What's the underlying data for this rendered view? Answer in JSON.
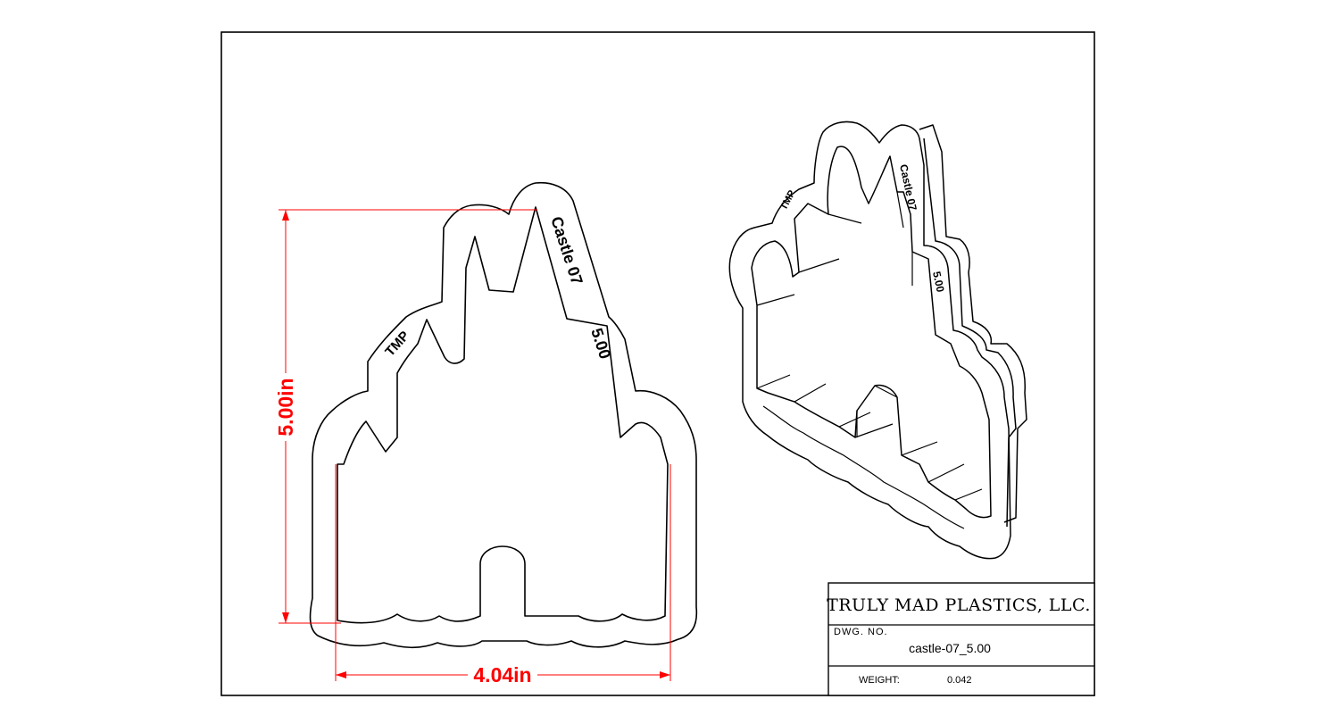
{
  "drawing": {
    "width_dimension": "4.04in",
    "height_dimension": "5.00in",
    "emboss_maker": "TMP",
    "emboss_name": "Castle 07",
    "emboss_size": "5.00"
  },
  "title_block": {
    "company": "TRULY MAD PLASTICS, LLC.",
    "dwg_no_label": "DWG. NO.",
    "dwg_no_value": "castle-07_5.00",
    "weight_label": "WEIGHT:",
    "weight_value": "0.042"
  },
  "colors": {
    "dimension": "#ff0000",
    "line": "#000000",
    "background": "#ffffff"
  }
}
